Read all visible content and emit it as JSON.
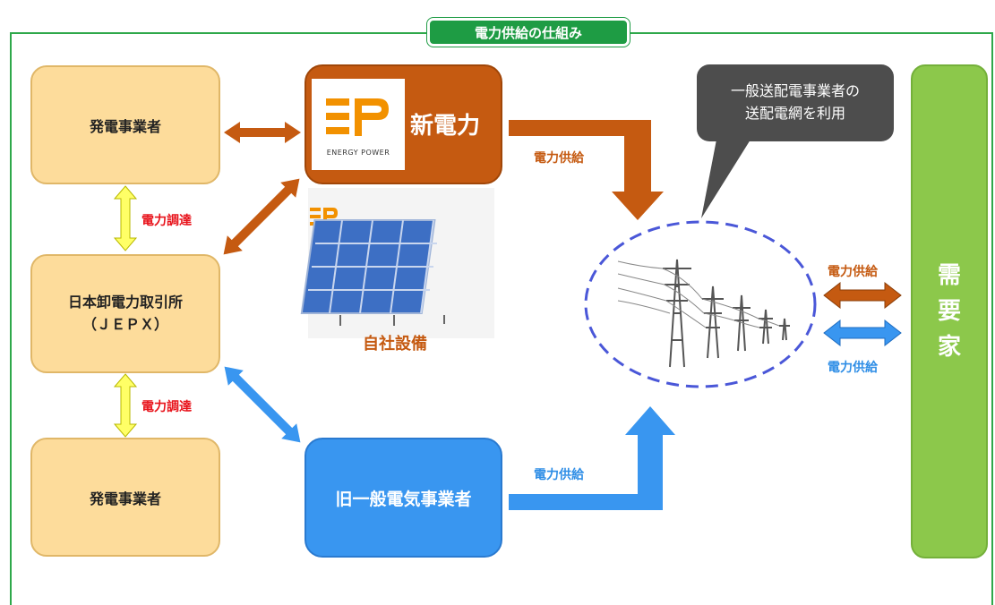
{
  "title": "電力供給の仕組み",
  "nodes": {
    "generator_top": "発電事業者",
    "jepx_line1": "日本卸電力取引所",
    "jepx_line2": "（ＪＥＰＸ）",
    "generator_bottom": "発電事業者",
    "new_power": "新電力",
    "old_utility": "旧一般電気事業者",
    "customer_chars": [
      "需",
      "要",
      "家"
    ]
  },
  "logo": {
    "mark": "EP",
    "text": "ENERGY POWER"
  },
  "labels": {
    "procurement_top": "電力調達",
    "procurement_bottom": "電力調達",
    "supply_new_power": "電力供給",
    "supply_old_utility": "電力供給",
    "supply_customer_brown": "電力供給",
    "supply_customer_blue": "電力供給",
    "self_equipment": "自社設備"
  },
  "callout": {
    "line1": "一般送配電事業者の",
    "line2": "送配電網を利用"
  },
  "colors": {
    "frame_green": "#2ea84a",
    "badge_green": "#1e9c44",
    "peach": "#fddc9b",
    "brown": "#c55a11",
    "blue": "#3996f0",
    "customer_green": "#8cc84b",
    "procurement_yellow": "#ffff66",
    "label_red": "#e8131b",
    "callout_gray": "#4d4d4d",
    "grid_ellipse": "#4a57d8"
  }
}
